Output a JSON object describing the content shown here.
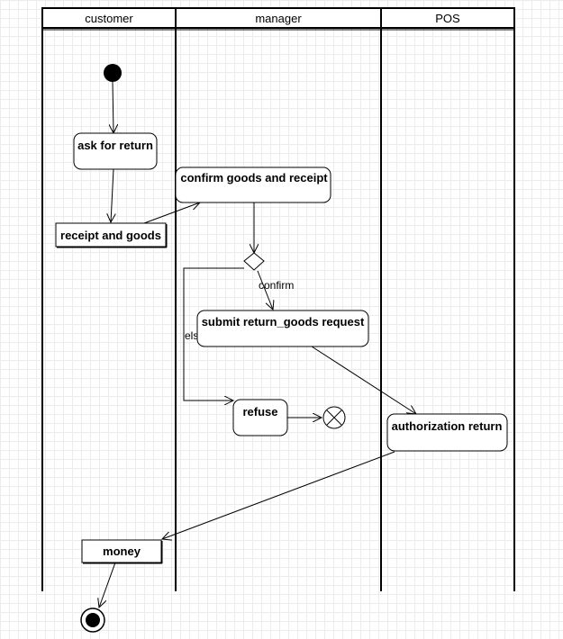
{
  "lanes": {
    "customer": "customer",
    "manager": "manager",
    "pos": "POS"
  },
  "nodes": {
    "ask_for_return": "ask for return",
    "receipt_and_goods": "receipt and goods",
    "confirm_goods_and_receipt": "confirm goods and receipt",
    "submit_return_goods_request": "submit return_goods request",
    "refuse": "refuse",
    "authorization_return": "authorization return",
    "money": "money"
  },
  "guards": {
    "confirm": "confirm",
    "else": "else"
  }
}
